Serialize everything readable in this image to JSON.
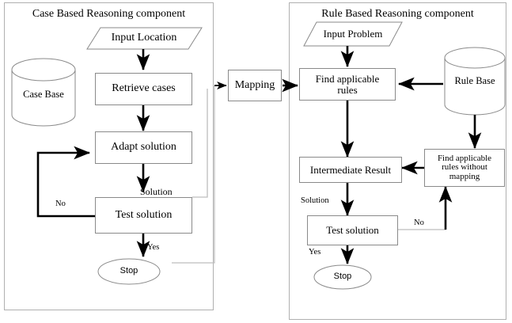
{
  "diagram": {
    "title": "Case Based Reasoning and Rule Based Reasoning components flowchart",
    "colors": {
      "shape_stroke": "#8a8a8a",
      "panel_stroke": "#b0b0b0",
      "arrow_bold": "#000000",
      "thin_line": "#bdbdbd",
      "background": "#ffffff",
      "text": "#000000"
    }
  },
  "left_panel": {
    "title": "Case Based Reasoning component",
    "nodes": {
      "input": "Input Location",
      "case_base": "Case Base",
      "retrieve": "Retrieve cases",
      "adapt": "Adapt solution",
      "test": "Test solution",
      "stop": "Stop"
    },
    "edge_labels": {
      "no": "No",
      "solution": "Solution",
      "yes": "Yes"
    }
  },
  "middle": {
    "mapping": "Mapping"
  },
  "right_panel": {
    "title": "Rule Based Reasoning component",
    "nodes": {
      "input": "Input Problem",
      "rule_base": "Rule Base",
      "find_rules": "Find applicable rules",
      "find_rules_line1": "Find applicable",
      "find_rules_line2": "rules",
      "find_no_map_line1": "Find applicable",
      "find_no_map_line2": "rules without",
      "find_no_map_line3": "mapping",
      "intermediate": "Intermediate Result",
      "test": "Test solution",
      "stop": "Stop"
    },
    "edge_labels": {
      "solution": "Solution",
      "no": "No",
      "yes": "Yes"
    }
  }
}
